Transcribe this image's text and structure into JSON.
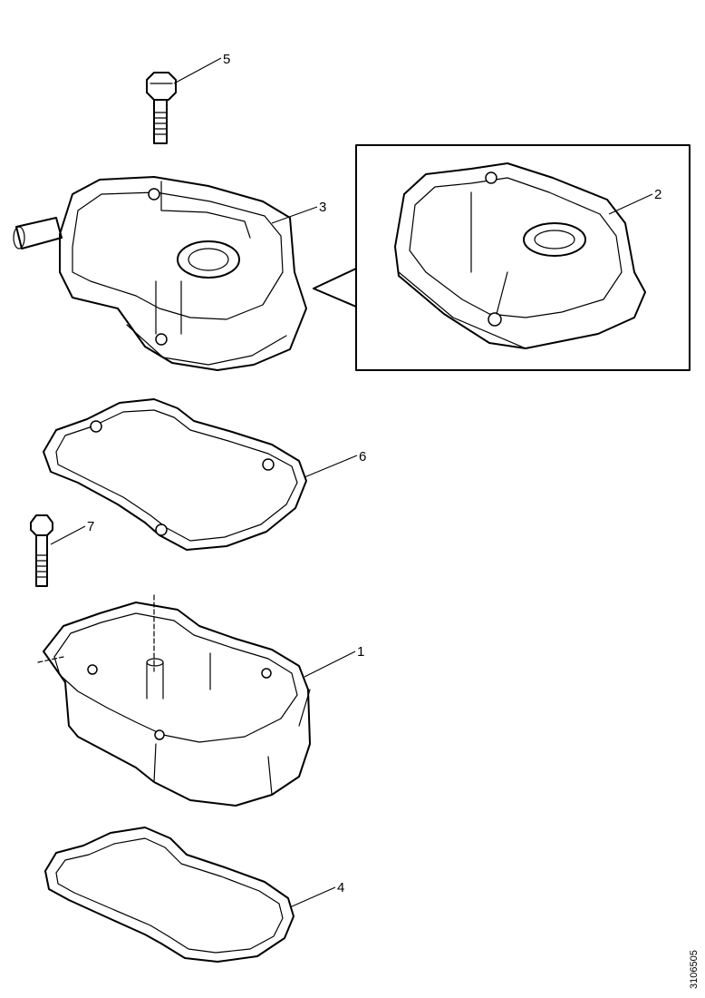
{
  "callouts": {
    "part_1": "1",
    "part_2": "2",
    "part_3": "3",
    "part_4": "4",
    "part_5": "5",
    "part_6": "6",
    "part_7": "7"
  },
  "reference_number": "3106505",
  "colors": {
    "line": "#000000",
    "background": "#ffffff"
  }
}
